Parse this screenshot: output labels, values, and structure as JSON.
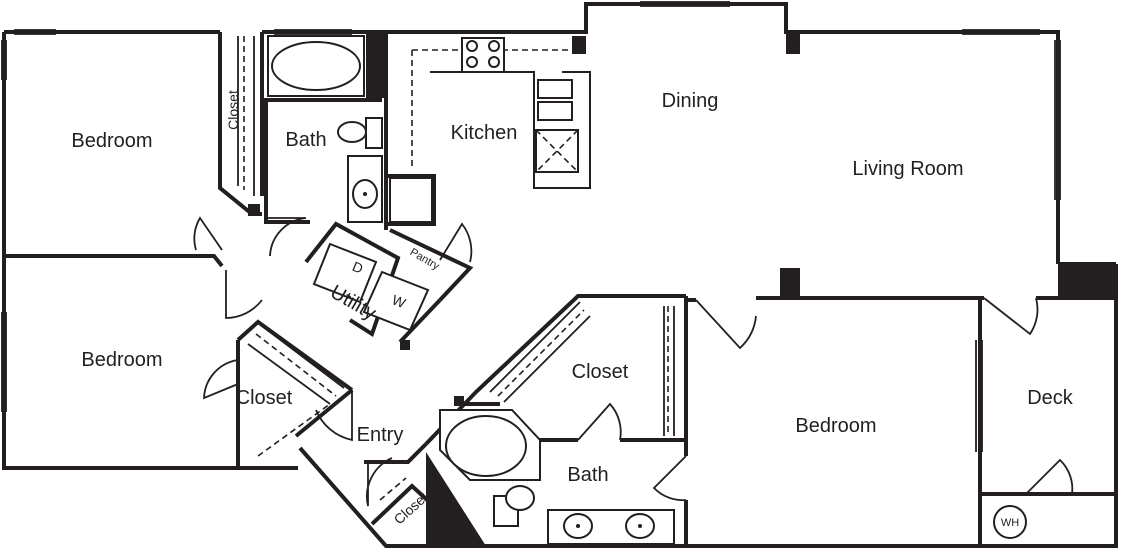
{
  "rooms": {
    "bedroom_1": "Bedroom",
    "closet_1": "Closet",
    "bath_1": "Bath",
    "kitchen": "Kitchen",
    "dining": "Dining",
    "living_room": "Living Room",
    "bedroom_2": "Bedroom",
    "utility": "Utility",
    "pantry": "Pantry",
    "closet_2": "Closet",
    "entry": "Entry",
    "closet_3": "Closet",
    "closet_4": "Closet",
    "bath_2": "Bath",
    "bedroom_3": "Bedroom",
    "deck": "Deck"
  },
  "appliances": {
    "dryer": "D",
    "washer": "W",
    "water_heater": "WH"
  }
}
